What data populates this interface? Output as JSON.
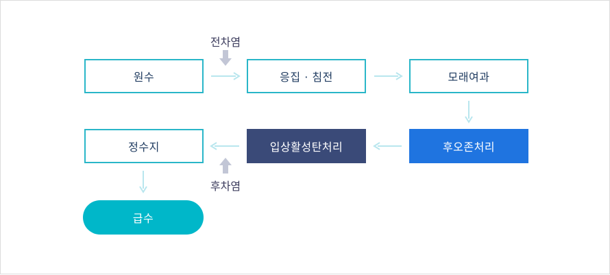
{
  "colors": {
    "outline": "#29b6c8",
    "outline_text": "#1e3a5f",
    "connector": "#b8e6ee",
    "dose_arrow": "#c2c6d6",
    "dark_box": "#3a4a78",
    "blue_box": "#1f74e0",
    "pill_box": "#00b7c9"
  },
  "nodes": {
    "raw_water": "원수",
    "coagulation": "응집 · 침전",
    "sand_filter": "모래여과",
    "post_ozone": "후오존처리",
    "gac": "입상활성탄처리",
    "clear_well": "정수지",
    "supply": "급수"
  },
  "labels": {
    "pre_chlorination": "전차염",
    "post_chlorination": "후차염"
  }
}
